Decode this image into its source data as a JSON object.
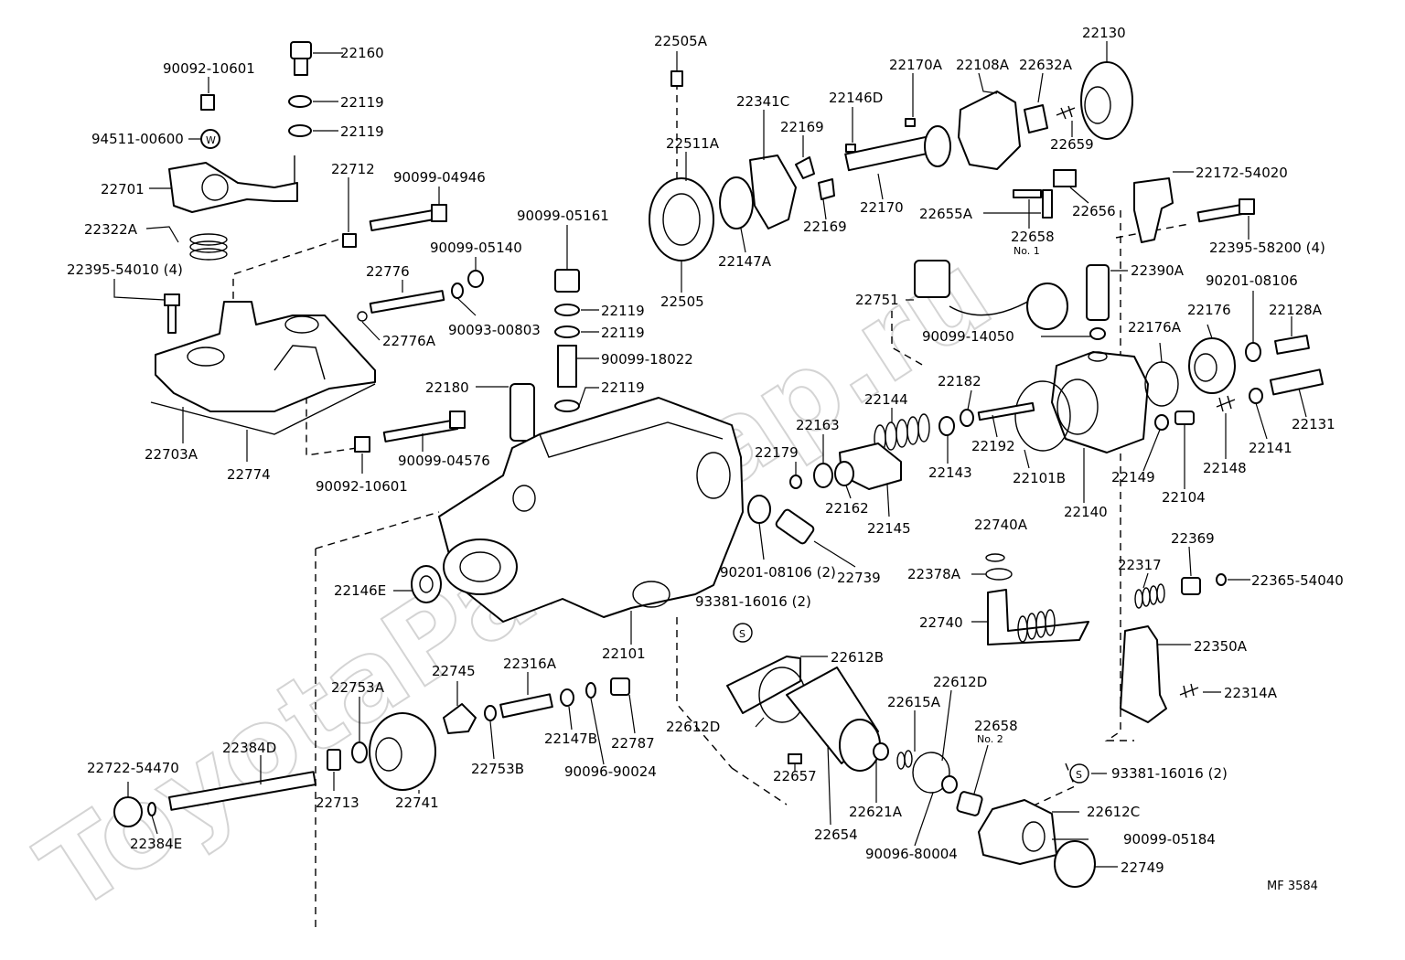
{
  "watermark": "ToyotaPartMap.ru",
  "figure_id": "MF 3584",
  "labels": [
    {
      "id": "22160",
      "text": "22160"
    },
    {
      "id": "90092-10601-a",
      "text": "90092-10601"
    },
    {
      "id": "22119-a",
      "text": "22119"
    },
    {
      "id": "22119-b",
      "text": "22119"
    },
    {
      "id": "94511-00600",
      "text": "94511-00600"
    },
    {
      "id": "22701",
      "text": "22701"
    },
    {
      "id": "22712",
      "text": "22712"
    },
    {
      "id": "90099-04946",
      "text": "90099-04946"
    },
    {
      "id": "22322A",
      "text": "22322A"
    },
    {
      "id": "22395-54010",
      "text": "22395-54010 (4)"
    },
    {
      "id": "90099-05140",
      "text": "90099-05140"
    },
    {
      "id": "22776",
      "text": "22776"
    },
    {
      "id": "22776A",
      "text": "22776A"
    },
    {
      "id": "90093-00803",
      "text": "90093-00803"
    },
    {
      "id": "90099-05161",
      "text": "90099-05161"
    },
    {
      "id": "22119-c",
      "text": "22119"
    },
    {
      "id": "22119-d",
      "text": "22119"
    },
    {
      "id": "90099-18022",
      "text": "90099-18022"
    },
    {
      "id": "22119-e",
      "text": "22119"
    },
    {
      "id": "22180",
      "text": "22180"
    },
    {
      "id": "22703A",
      "text": "22703A"
    },
    {
      "id": "22774",
      "text": "22774"
    },
    {
      "id": "90092-10601-b",
      "text": "90092-10601"
    },
    {
      "id": "90099-04576",
      "text": "90099-04576"
    },
    {
      "id": "22505A",
      "text": "22505A"
    },
    {
      "id": "22511A",
      "text": "22511A"
    },
    {
      "id": "22341C",
      "text": "22341C"
    },
    {
      "id": "22169-a",
      "text": "22169"
    },
    {
      "id": "22169-b",
      "text": "22169"
    },
    {
      "id": "22147A",
      "text": "22147A"
    },
    {
      "id": "22505",
      "text": "22505"
    },
    {
      "id": "22146D",
      "text": "22146D"
    },
    {
      "id": "22170A",
      "text": "22170A"
    },
    {
      "id": "22108A",
      "text": "22108A"
    },
    {
      "id": "22632A",
      "text": "22632A"
    },
    {
      "id": "22130",
      "text": "22130"
    },
    {
      "id": "22659",
      "text": "22659"
    },
    {
      "id": "22170",
      "text": "22170"
    },
    {
      "id": "22655A",
      "text": "22655A"
    },
    {
      "id": "22658-1",
      "text": "22658"
    },
    {
      "id": "22658-1-no",
      "text": "No. 1"
    },
    {
      "id": "22656",
      "text": "22656"
    },
    {
      "id": "22172-54020",
      "text": "22172-54020"
    },
    {
      "id": "22395-58200",
      "text": "22395-58200 (4)"
    },
    {
      "id": "22390A",
      "text": "22390A"
    },
    {
      "id": "22751",
      "text": "22751"
    },
    {
      "id": "90201-08106-a",
      "text": "90201-08106"
    },
    {
      "id": "90099-14050",
      "text": "90099-14050"
    },
    {
      "id": "22176A",
      "text": "22176A"
    },
    {
      "id": "22176",
      "text": "22176"
    },
    {
      "id": "22128A",
      "text": "22128A"
    },
    {
      "id": "22144",
      "text": "22144"
    },
    {
      "id": "22182",
      "text": "22182"
    },
    {
      "id": "22163",
      "text": "22163"
    },
    {
      "id": "22192",
      "text": "22192"
    },
    {
      "id": "22131",
      "text": "22131"
    },
    {
      "id": "22179",
      "text": "22179"
    },
    {
      "id": "22143",
      "text": "22143"
    },
    {
      "id": "22101B",
      "text": "22101B"
    },
    {
      "id": "22149",
      "text": "22149"
    },
    {
      "id": "22148",
      "text": "22148"
    },
    {
      "id": "22141",
      "text": "22141"
    },
    {
      "id": "22162",
      "text": "22162"
    },
    {
      "id": "22145",
      "text": "22145"
    },
    {
      "id": "22140",
      "text": "22140"
    },
    {
      "id": "22104",
      "text": "22104"
    },
    {
      "id": "22740A",
      "text": "22740A"
    },
    {
      "id": "22378A",
      "text": "22378A"
    },
    {
      "id": "22369",
      "text": "22369"
    },
    {
      "id": "22317",
      "text": "22317"
    },
    {
      "id": "22365-54040",
      "text": "22365-54040"
    },
    {
      "id": "90201-08106-b",
      "text": "90201-08106 (2)"
    },
    {
      "id": "22739",
      "text": "22739"
    },
    {
      "id": "22146E",
      "text": "22146E"
    },
    {
      "id": "93381-16016-a",
      "text": "93381-16016 (2)"
    },
    {
      "id": "22740",
      "text": "22740"
    },
    {
      "id": "22350A",
      "text": "22350A"
    },
    {
      "id": "22101",
      "text": "22101"
    },
    {
      "id": "22612B",
      "text": "22612B"
    },
    {
      "id": "22745",
      "text": "22745"
    },
    {
      "id": "22316A",
      "text": "22316A"
    },
    {
      "id": "22753A",
      "text": "22753A"
    },
    {
      "id": "22314A",
      "text": "22314A"
    },
    {
      "id": "22612D-a",
      "text": "22612D"
    },
    {
      "id": "22615A",
      "text": "22615A"
    },
    {
      "id": "22612D-b",
      "text": "22612D"
    },
    {
      "id": "22658-2",
      "text": "22658"
    },
    {
      "id": "22658-2-no",
      "text": "No. 2"
    },
    {
      "id": "22384D",
      "text": "22384D"
    },
    {
      "id": "22147B",
      "text": "22147B"
    },
    {
      "id": "22787",
      "text": "22787"
    },
    {
      "id": "22753B",
      "text": "22753B"
    },
    {
      "id": "90096-90024",
      "text": "90096-90024"
    },
    {
      "id": "22657",
      "text": "22657"
    },
    {
      "id": "22722-54470",
      "text": "22722-54470"
    },
    {
      "id": "93381-16016-b",
      "text": "93381-16016 (2)"
    },
    {
      "id": "22612C",
      "text": "22612C"
    },
    {
      "id": "22713",
      "text": "22713"
    },
    {
      "id": "22741",
      "text": "22741"
    },
    {
      "id": "22621A",
      "text": "22621A"
    },
    {
      "id": "22654",
      "text": "22654"
    },
    {
      "id": "90099-05184",
      "text": "90099-05184"
    },
    {
      "id": "22384E",
      "text": "22384E"
    },
    {
      "id": "90096-80004",
      "text": "90096-80004"
    },
    {
      "id": "22749",
      "text": "22749"
    }
  ],
  "symbols": {
    "washer_symbol": "W",
    "screw_symbol_a": "S",
    "screw_symbol_b": "S"
  }
}
